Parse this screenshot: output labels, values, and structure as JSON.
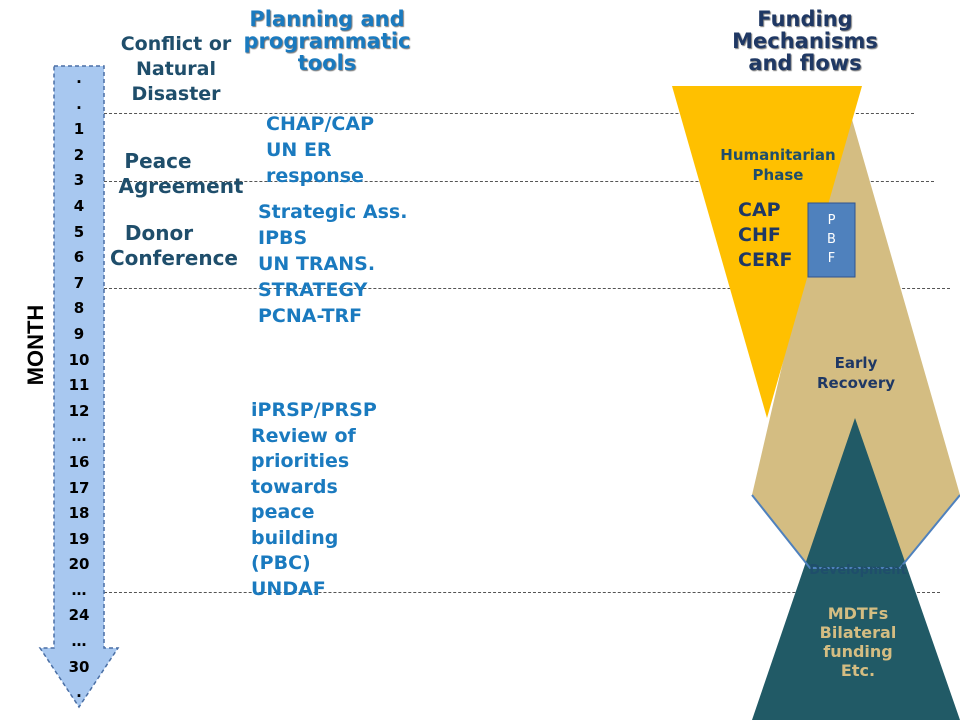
{
  "headers": {
    "planning": [
      "Planning and",
      "programmatic",
      "tools"
    ],
    "funding": [
      "Funding",
      "Mechanisms",
      "and flows"
    ]
  },
  "events": {
    "conflict": [
      "Conflict or",
      "Natural",
      "Disaster"
    ],
    "peace": [
      "Peace",
      "Agreement"
    ],
    "donor": [
      "Donor",
      "Conference"
    ]
  },
  "tools": {
    "chap": [
      "CHAP/CAP",
      "UN ER",
      "response"
    ],
    "strategic": [
      "Strategic Ass.",
      "IPBS",
      "UN TRANS.",
      "STRATEGY",
      "PCNA-TRF"
    ],
    "iprsp": [
      "iPRSP/PRSP",
      "Review of",
      "priorities",
      "towards",
      "peace",
      "building",
      "(PBC)",
      "UNDAF"
    ]
  },
  "timeline": {
    "axis_label": "MONTH",
    "months": [
      ".",
      ".",
      "1",
      "2",
      "3",
      "4",
      "5",
      "6",
      "7",
      "8",
      "9",
      "10",
      "11",
      "12",
      "…",
      "16",
      "17",
      "18",
      "19",
      "20",
      "…",
      "24",
      "…",
      "30",
      "."
    ]
  },
  "funding": {
    "humanitarian_phase": [
      "Humanitarian",
      "Phase"
    ],
    "humanitarian_mechanisms": [
      "CAP",
      "CHF",
      "CERF"
    ],
    "pbf": [
      "P",
      "B",
      "F"
    ],
    "early_recovery": [
      "Early",
      "Recovery"
    ],
    "development_label": "Development",
    "development_mechanisms": [
      "MDTFs",
      "Bilateral",
      "funding",
      "Etc."
    ]
  },
  "colors": {
    "humanitarian": "#ffc000",
    "early_recovery": "#d4bd82",
    "development": "#215a66",
    "pbf": "#4f81bd",
    "arrow": "#a8c8f0",
    "event_text": "#1f4e6b",
    "tool_text": "#1a7abf"
  }
}
